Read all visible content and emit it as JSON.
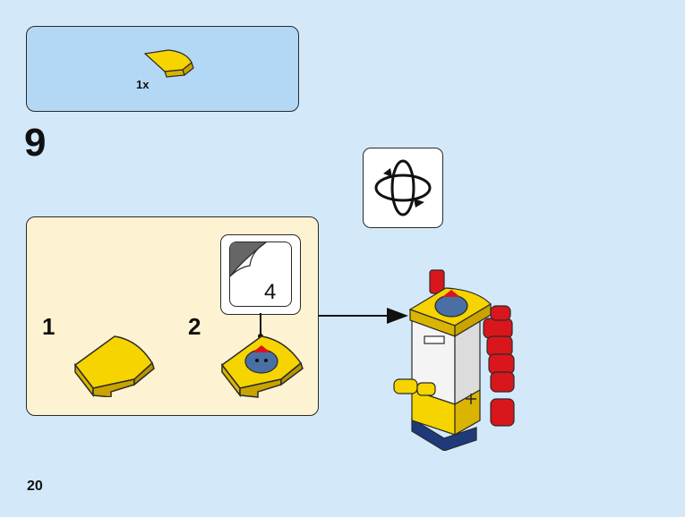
{
  "parts_list": {
    "quantity": "1x",
    "part_icon": "yellow-curved-slope-2x2-icon"
  },
  "step": {
    "number": "9"
  },
  "rotate": {
    "icon": "rotate-model-icon"
  },
  "substeps": [
    {
      "label": "1"
    },
    {
      "label": "2"
    }
  ],
  "sticker": {
    "number": "4"
  },
  "page": {
    "number": "20"
  },
  "colors": {
    "background": "#d3e9f9",
    "parts_box": "#b3d8f5",
    "substep_box": "#fdf3d2",
    "brick_yellow": "#f5d400",
    "brick_red": "#d9161b",
    "brick_white": "#f4f4f4",
    "brick_blue": "#1f3a7a"
  }
}
